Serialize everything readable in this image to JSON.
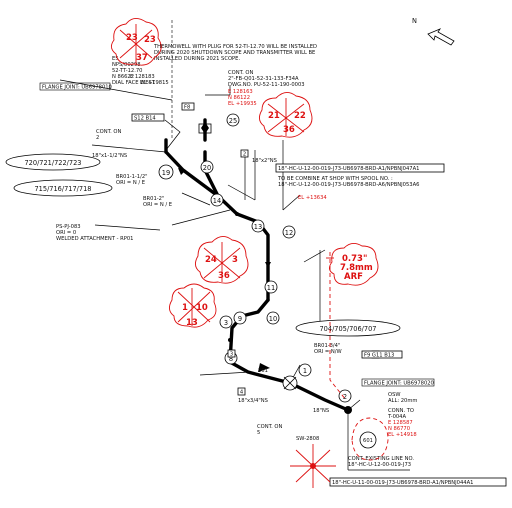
{
  "north_label": "N",
  "notes": {
    "thermowell": [
      "THERMOWELL WITH PLUG FOR 52-TI-12.70 WILL BE INSTALLED",
      "DURING 2020 SHUTDOWN SCOPE AND TRANSMITTER WILL BE",
      "INSTALLED DURING 2021 SCOPE."
    ],
    "top_left_refs": [
      "E5",
      "NPS/00298",
      "52-TT-12.70",
      "N 86622",
      "E 128183",
      "DIAL FACE WEST",
      "EL +19815"
    ],
    "flange_joint_top": "FLANGE JOINT: UB6978010",
    "cont_top": [
      "CONT. ON",
      "2\"-FB-Q01-52-31-133-F34A",
      "DWG.NO. PU-52-11-190-0003"
    ],
    "cont_top_red": [
      "E 128163",
      "N 86122",
      "EL +19935"
    ],
    "cont_on_2": [
      "CONT. ON",
      "2"
    ],
    "size_18_12": "18\"x1-1/2\"NS",
    "box_f8": "F8",
    "box_s12": "S12  B14",
    "size_18_2": "18\"x2\"NS",
    "brd_1": "BR01-1-1/2\"",
    "brd_1_ori": "ORI = N / E",
    "brd_2": "BR01-2\"",
    "brd_2_ori": "ORI = N / E",
    "line_top": "18\"-HC-U-12-00-019-J73-UB6978-BRD-A1/NPBNJ047A1",
    "to_be_combine": [
      "TO BE COMBINE AT SHOP WITH SPOOL NO. :",
      "18\"-HC-U-12-00-019-J73-UB6978-BRD-A6/NPBNJ053A6"
    ],
    "red_el_mid": "EL +13634",
    "ps_pj": [
      "PS-PJ-083",
      "ORI = 0",
      "WELDED ATTACHMENT - RP01"
    ],
    "brd_3": "BR01-3/4\"",
    "brd_3_ori": "ORI = N/W",
    "box_f9": "F9  G11  B13",
    "flange_joint_bottom": "FLANGE JOINT: UB6978020",
    "dim_261": "261",
    "size_18_34": "18\"x3/4\"NS",
    "size_18_ns": "18\"NS",
    "cont_on_5": [
      "CONT. ON",
      "5"
    ],
    "osw": [
      "OSW",
      "ALL: 20mm"
    ],
    "conn_to": [
      "CONN. TO",
      "T-004A"
    ],
    "conn_to_red": [
      "E 128587",
      "N 86770",
      "EL +14918"
    ],
    "cont_existing": [
      "CONT. EXISTING LINE NO.",
      "18\"-HC-U-12-00-019-J73"
    ],
    "line_bottom": "18\"-HC-U-11-00-019-J73-UB6978-BRD-A1/NPBNJ044A1",
    "sw_label": "SW-2808",
    "ids_upper": "720/721/722/723",
    "ids_lower": "715/716/717/718",
    "ids_right": "704/705/706/707",
    "arf": [
      "0.73\"",
      "7.8mm",
      "ARF"
    ]
  },
  "bubbles": [
    "19",
    "20",
    "25",
    "14",
    "13",
    "12",
    "11",
    "10",
    "9",
    "3",
    "8",
    "2",
    "1",
    "601"
  ],
  "boxes": [
    "2",
    "3",
    "4",
    "5"
  ],
  "red_markers": [
    {
      "top": "23",
      "left": "",
      "right": "23",
      "bottom": "37"
    },
    {
      "top": "",
      "left": "21",
      "right": "22",
      "bottom": "36"
    },
    {
      "top": "",
      "left": "24",
      "right": "3",
      "bottom": "36"
    },
    {
      "top": "",
      "left": "1",
      "right": "10",
      "bottom": "13"
    }
  ]
}
